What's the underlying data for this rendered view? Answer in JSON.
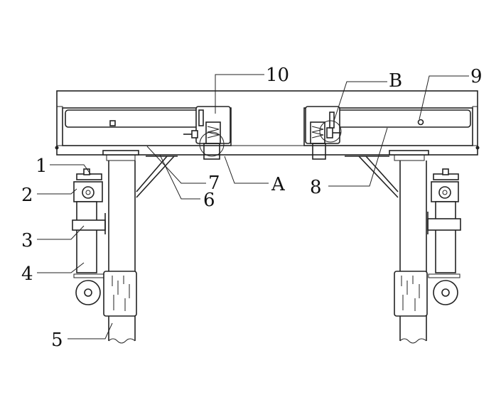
{
  "figure": {
    "labels": {
      "l1": "1",
      "l2": "2",
      "l3": "3",
      "l4": "4",
      "l5": "5",
      "l6": "6",
      "l7": "7",
      "l8": "8",
      "l9": "9",
      "l10": "10",
      "lA": "A",
      "lB": "B"
    }
  }
}
